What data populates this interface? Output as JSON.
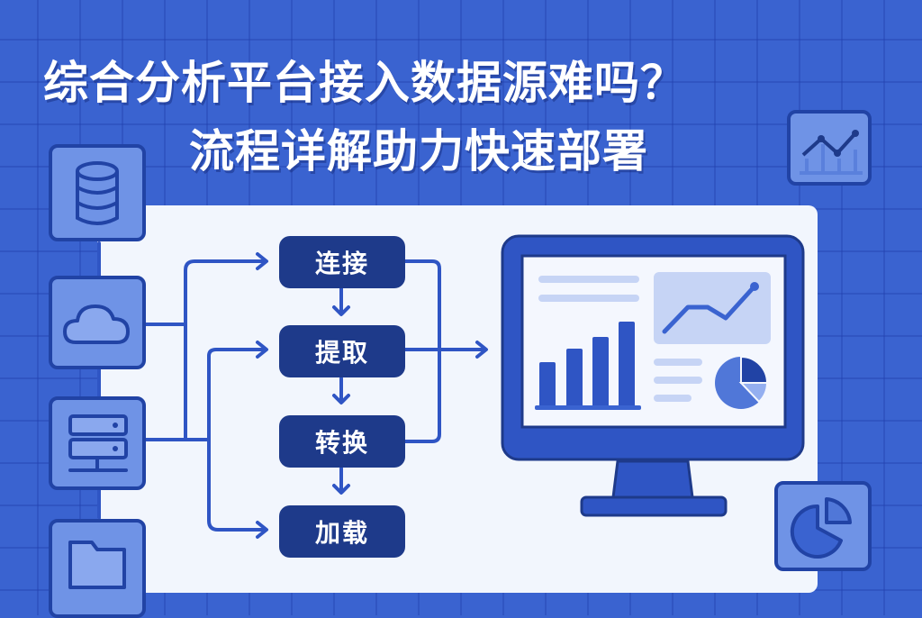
{
  "title": {
    "line1": "综合分析平台接入数据源难吗？",
    "line2": "流程详解助力快速部署"
  },
  "sources": [
    {
      "name": "database",
      "icon": "database-icon"
    },
    {
      "name": "cloud",
      "icon": "cloud-icon"
    },
    {
      "name": "server",
      "icon": "server-icon"
    },
    {
      "name": "folder",
      "icon": "folder-icon"
    }
  ],
  "steps": [
    {
      "label": "连接"
    },
    {
      "label": "提取"
    },
    {
      "label": "转换"
    },
    {
      "label": "加载"
    }
  ],
  "dashboard": {
    "icon": "monitor-dashboard-icon",
    "bar_chart": [
      45,
      57,
      69,
      86
    ],
    "elements": [
      "text-lines",
      "line-chart",
      "bar-chart",
      "pie-chart"
    ]
  },
  "decorations": {
    "top_right": "line-chart-icon",
    "bottom_right": "pie-chart-icon"
  },
  "colors": {
    "background": "#3a63d0",
    "panel": "#f2f6fd",
    "step_box": "#1e3a8a",
    "arrow": "#2f55c4",
    "icon_fill": "#6f93e6",
    "icon_stroke": "#2143a5"
  }
}
